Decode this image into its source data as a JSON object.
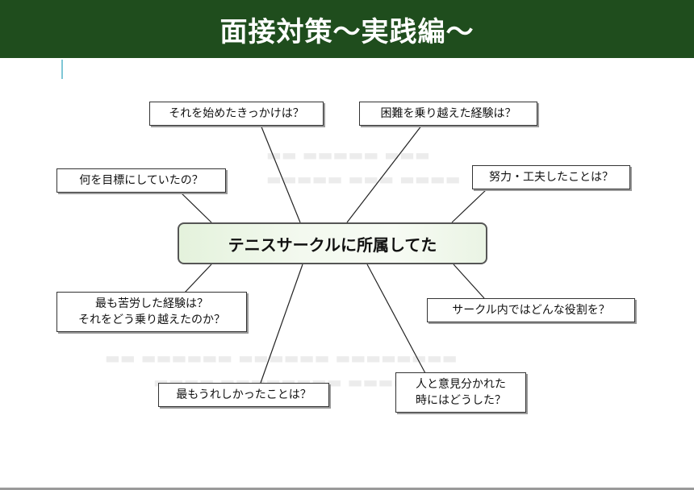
{
  "header": {
    "title": "面接対策〜実践編〜",
    "background_color": "#1f4d1d"
  },
  "center": {
    "label": "テニスサークルに所属してた"
  },
  "questions": [
    {
      "id": "q1",
      "lines": [
        "それを始めたきっかけは？"
      ]
    },
    {
      "id": "q2",
      "lines": [
        "困難を乗り越えた経験は？"
      ]
    },
    {
      "id": "q3",
      "lines": [
        "何を目標にしていたの？"
      ]
    },
    {
      "id": "q4",
      "lines": [
        "努力・工夫したことは？"
      ]
    },
    {
      "id": "q5",
      "lines": [
        "最も苦労した経験は？",
        "それをどう乗り越えたのか？"
      ]
    },
    {
      "id": "q6",
      "lines": [
        "サークル内ではどんな役割を？"
      ]
    },
    {
      "id": "q7",
      "lines": [
        "最もうれしかったことは？"
      ]
    },
    {
      "id": "q8",
      "lines": [
        "人と意見分かれた",
        "時にはどうした？"
      ]
    }
  ]
}
